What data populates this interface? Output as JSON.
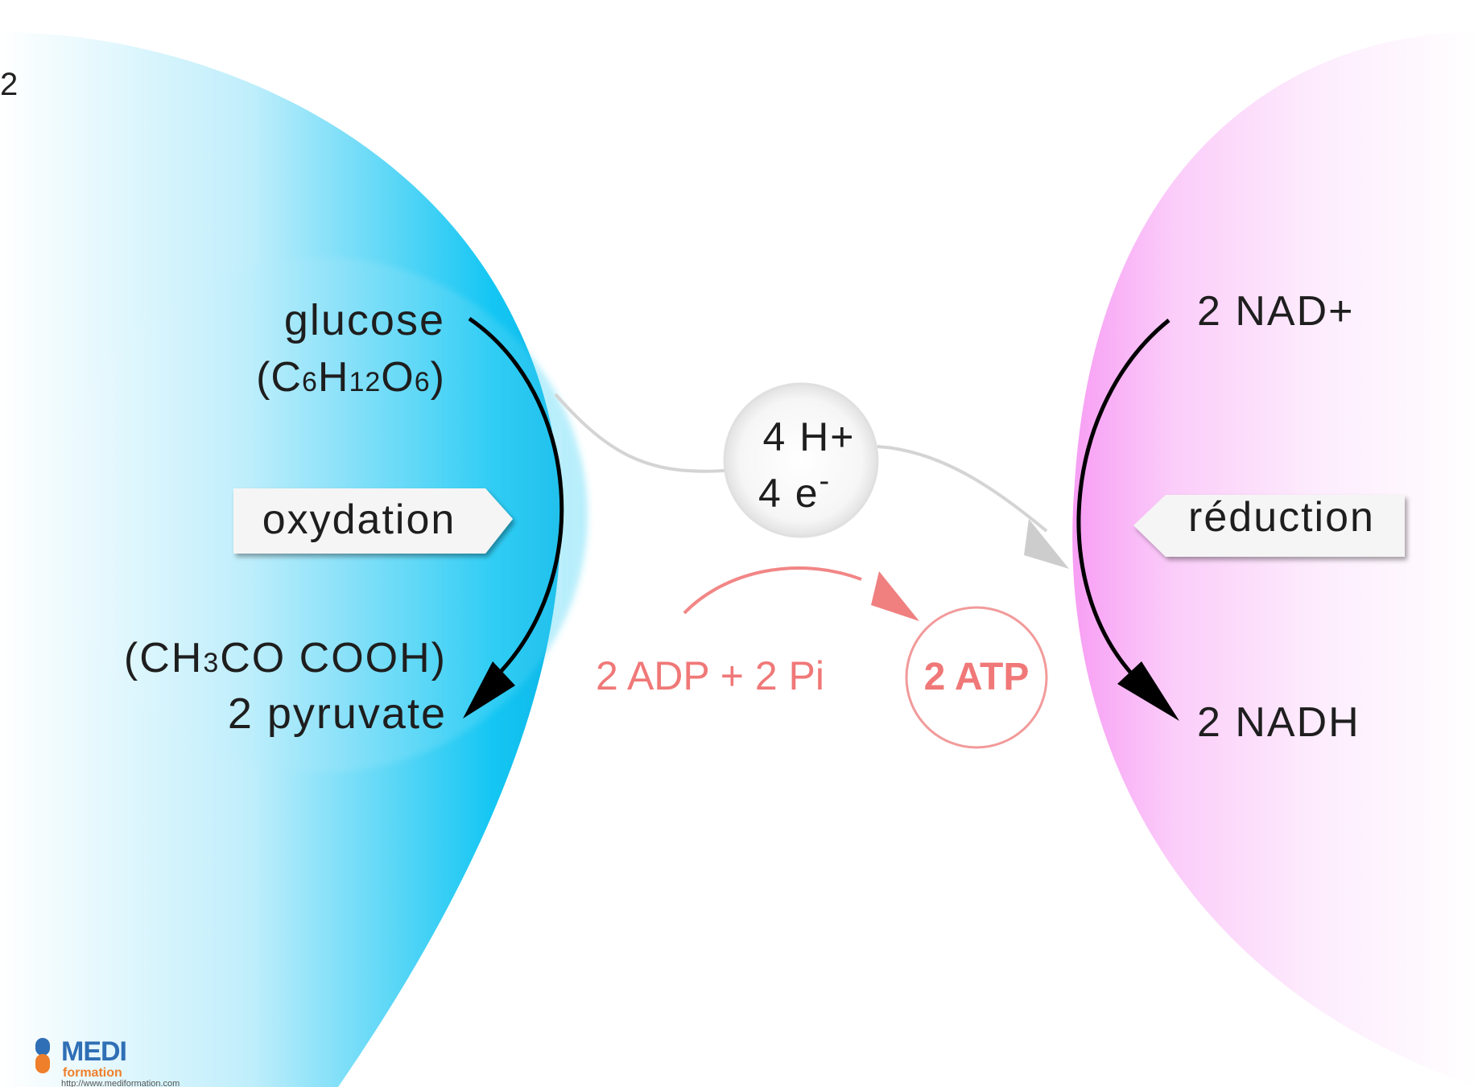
{
  "page_number": "2",
  "left": {
    "glucose": {
      "name": "glucose",
      "formula_open": "(C",
      "formula_c_sub": "6",
      "formula_h": "H",
      "formula_h_sub": "12",
      "formula_o": "O",
      "formula_o_sub": "6",
      "formula_close": ")"
    },
    "process_label": "oxydation",
    "pyruvate": {
      "formula_open": "(CH",
      "formula_sub": "3",
      "formula_rest": "CO COOH)",
      "name": "2 pyruvate"
    }
  },
  "center": {
    "carrier_line1": "4 H+",
    "carrier_line2_base": "4 e",
    "carrier_line2_sup": "-",
    "adp": "2 ADP + 2 Pi",
    "atp": "2 ATP"
  },
  "right": {
    "top": "2 NAD+",
    "process_label": "réduction",
    "bottom": "2 NADH"
  },
  "logo": {
    "brand": "MEDI",
    "sub": "formation",
    "url": "http://www.mediformation.com"
  },
  "colors": {
    "oxidation_blue": "#16c8f2",
    "reduction_pink": "#f7a6f4",
    "atp_red": "#f07878",
    "arrow_gray": "#cfcfcf",
    "text_dark": "#1e1e1e"
  }
}
